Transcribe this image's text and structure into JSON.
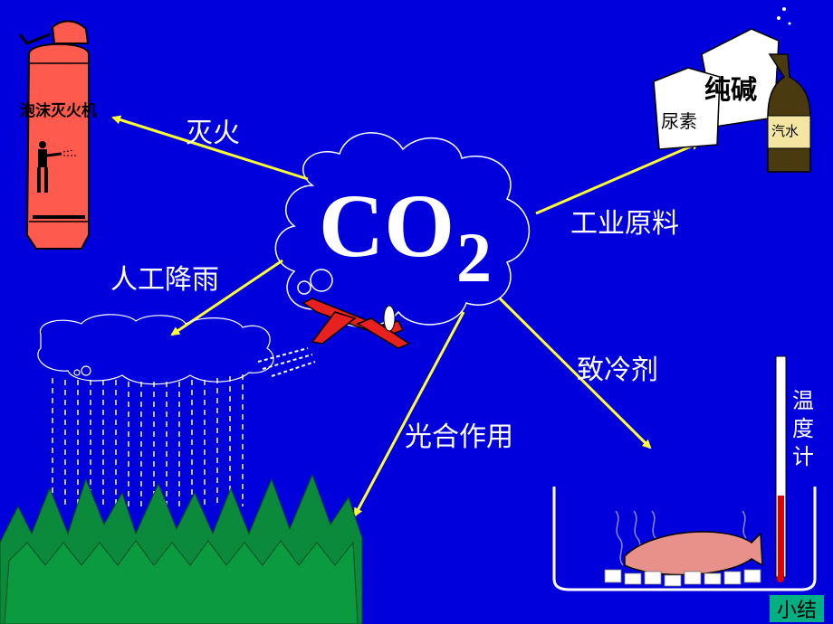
{
  "diagram": {
    "center_label": "CO",
    "center_subscript": "2",
    "uses": [
      {
        "id": "fire",
        "label": "灭火"
      },
      {
        "id": "rain",
        "label": "人工降雨"
      },
      {
        "id": "photo",
        "label": "光合作用"
      },
      {
        "id": "industry",
        "label": "工业原料"
      },
      {
        "id": "cool",
        "label": "致冷剂"
      }
    ]
  },
  "illustrations": {
    "extinguisher_text": "泡沫灭火机",
    "bag_large_text": "纯碱",
    "bag_small_text": "尿素",
    "bottle_text": "汽水",
    "thermometer_text": "温度计"
  },
  "nav": {
    "summary_button": "小结"
  },
  "colors": {
    "background": "#0000DD",
    "arrow": "#FFFF33",
    "text": "#FFFFFF",
    "button": "#00AF83",
    "extinguisher": "#FF5A4E",
    "tree": "#0A8A3A",
    "plane": "#E82020",
    "thermo_red": "#E00000"
  }
}
